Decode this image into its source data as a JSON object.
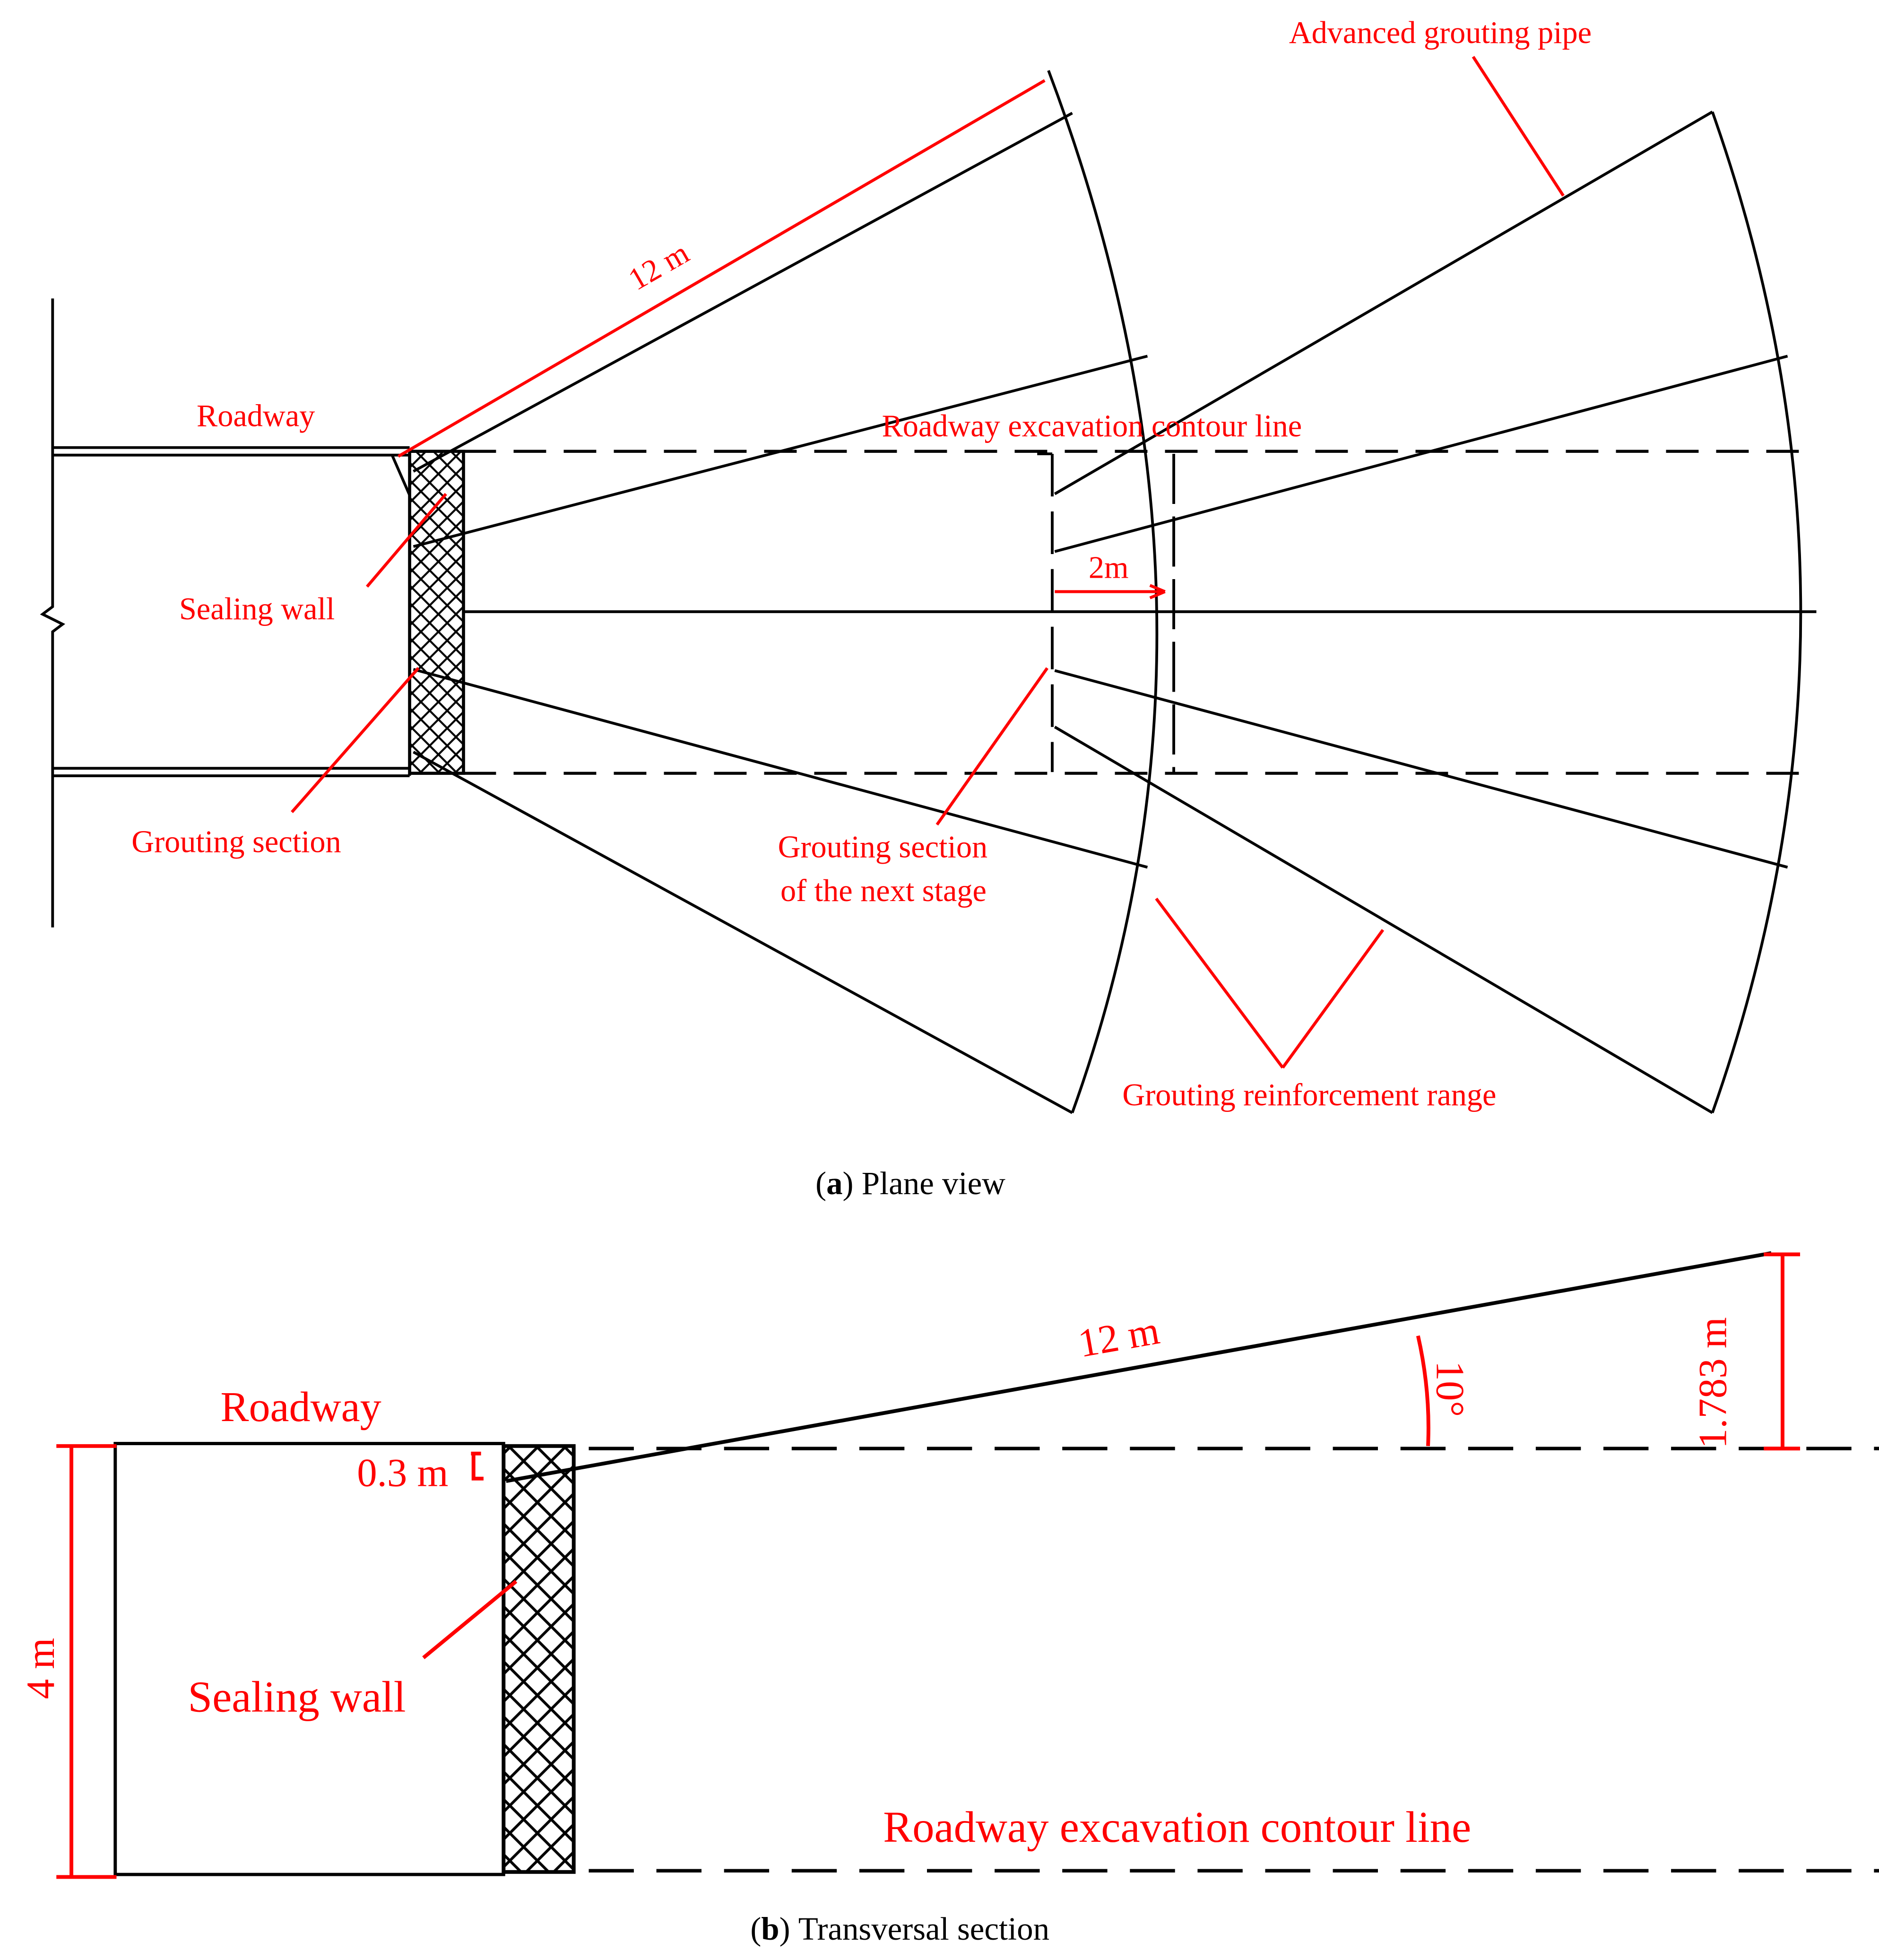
{
  "colors": {
    "annotation": "#ff0000",
    "line": "#000000",
    "background": "#ffffff"
  },
  "panel_a": {
    "roadway_label": "Roadway",
    "dim_12m": "12 m",
    "contour_label": "Roadway excavation contour line",
    "sealing_wall_label": "Sealing wall",
    "dim_2m": "2m",
    "grouting_section_label": "Grouting section",
    "next_stage_line1": "Grouting section",
    "next_stage_line2": "of the next stage",
    "pipe_label": "Advanced grouting pipe",
    "range_label": "Grouting reinforcement range",
    "caption_letter": "a",
    "caption_text": "Plane view"
  },
  "panel_b": {
    "roadway_label": "Roadway",
    "dim_12m": "12 m",
    "dim_0_3m": "0.3 m",
    "angle_label": "10°",
    "dim_1_783m": "1.783 m",
    "dim_4m": "4 m",
    "sealing_wall_label": "Sealing wall",
    "contour_label": "Roadway excavation contour line",
    "caption_letter": "b",
    "caption_text": "Transversal section"
  }
}
